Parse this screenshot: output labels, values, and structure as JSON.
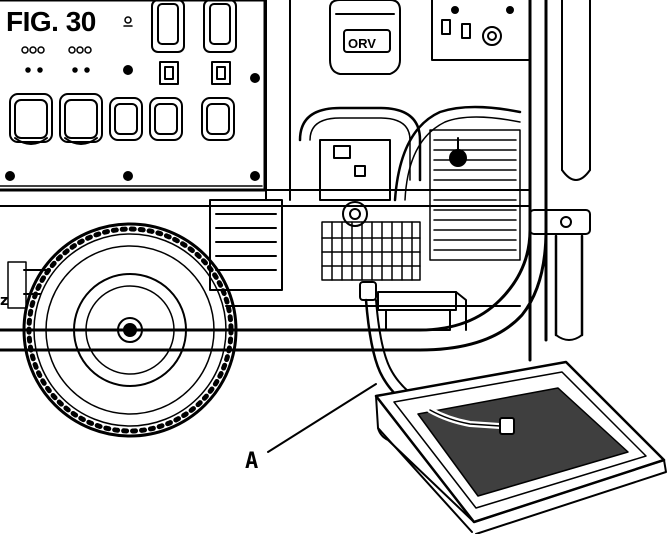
{
  "figure": {
    "title": "FIG. 30",
    "callout_letter": "A",
    "edge_fragment": "z",
    "engine_label": "ORV"
  }
}
